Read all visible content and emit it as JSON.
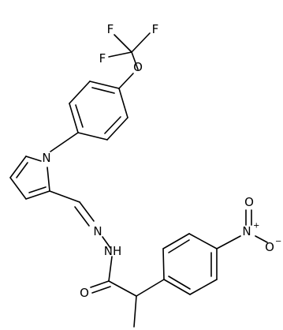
{
  "structure": {
    "atoms": {
      "F1": {
        "text": "F"
      },
      "F2": {
        "text": "F"
      },
      "F3": {
        "text": "F"
      },
      "O_ether": {
        "text": "O"
      },
      "N_pyrrole": {
        "text": "N"
      },
      "N_imine": {
        "text": "N"
      },
      "NH_hydrazide": {
        "text": "NH"
      },
      "O_carbonyl": {
        "text": "O"
      },
      "N_nitro": {
        "text": "N",
        "charge": "+"
      },
      "O_nitro_double": {
        "text": "O"
      },
      "O_nitro_single": {
        "text": "O",
        "charge": "−"
      }
    }
  }
}
